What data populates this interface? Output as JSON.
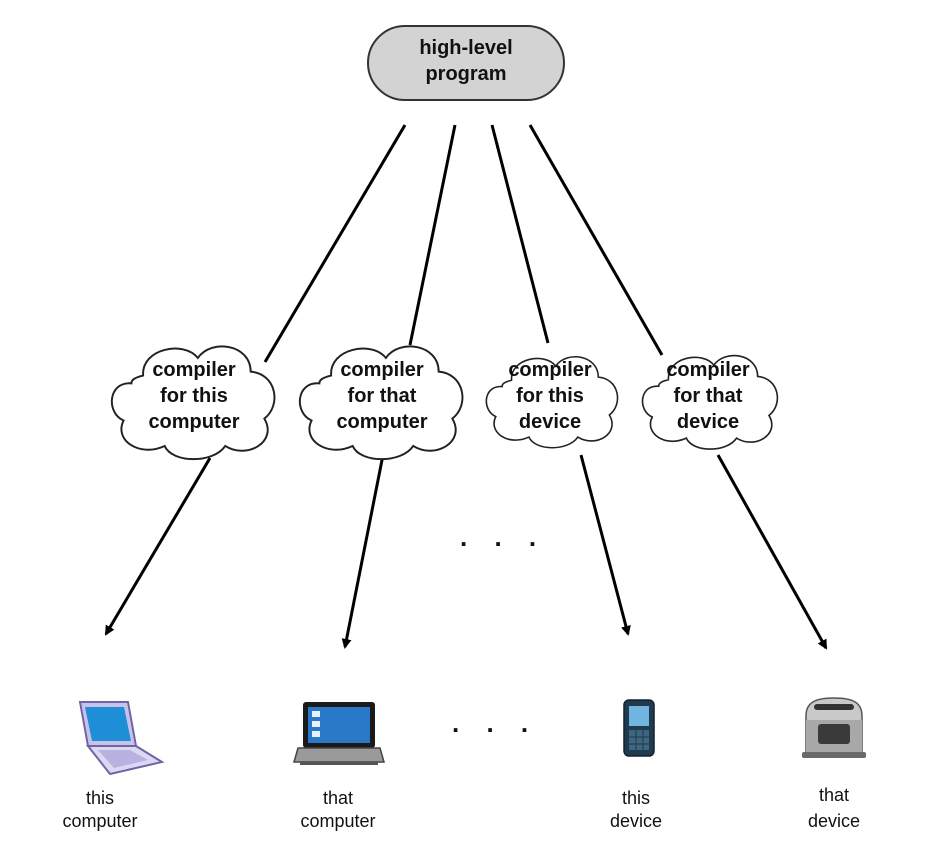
{
  "root": {
    "line1": "high-level",
    "line2": "program",
    "fill": "#d3d3d3"
  },
  "compilers": [
    {
      "line1": "compiler",
      "line2": "for this",
      "line3": "computer"
    },
    {
      "line1": "compiler",
      "line2": "for that",
      "line3": "computer"
    },
    {
      "line1": "compiler",
      "line2": "for this",
      "line3": "device"
    },
    {
      "line1": "compiler",
      "line2": "for that",
      "line3": "device"
    }
  ],
  "targets": [
    {
      "line1": "this",
      "line2": "computer",
      "icon": "laptop-icon"
    },
    {
      "line1": "that",
      "line2": "computer",
      "icon": "laptop-icon"
    },
    {
      "line1": "this",
      "line2": "device",
      "icon": "mobile-phone-icon"
    },
    {
      "line1": "that",
      "line2": "device",
      "icon": "toaster-icon"
    }
  ],
  "ellipsis": ". . .",
  "colors": {
    "line": "#000000",
    "cloud_stroke": "#333333",
    "cloud_fill": "#ffffff"
  }
}
